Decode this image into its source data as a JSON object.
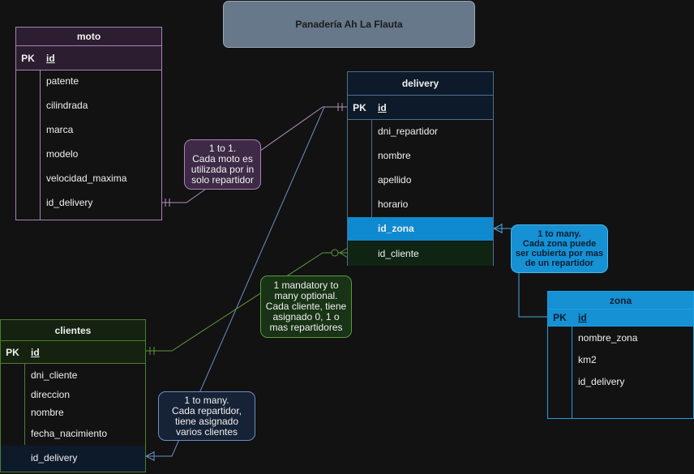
{
  "title": "Panadería Ah La Flauta",
  "tables": {
    "moto": {
      "name": "moto",
      "pk_label": "PK",
      "pk": "id",
      "fields": [
        "patente",
        "cilindrada",
        "marca",
        "modelo",
        "velocidad_maxima",
        "id_delivery"
      ]
    },
    "delivery": {
      "name": "delivery",
      "pk_label": "PK",
      "pk": "id",
      "fields": [
        "dni_repartidor",
        "nombre",
        "apellido",
        "horario",
        "id_zona",
        "id_cliente"
      ]
    },
    "clientes": {
      "name": "clientes",
      "pk_label": "PK",
      "pk": "id",
      "fields": [
        "dni_cliente",
        "direccion",
        "nombre",
        "fecha_nacimiento",
        "id_delivery"
      ]
    },
    "zona": {
      "name": "zona",
      "pk_label": "PK",
      "pk": "id",
      "fields": [
        "nombre_zona",
        "km2",
        "id_delivery"
      ]
    }
  },
  "notes": {
    "moto_delivery": "1 to 1.\nCada moto es utilizada por in solo repartidor",
    "zona_delivery": "1 to many.\nCada zona puede ser cubierta por mas de un repartidor",
    "clientes_delivery": "1 mandatory to many optional.\nCada cliente, tiene asignado  0, 1 o mas repartidores",
    "delivery_clientes": "1 to many.\nCada repartidor, tiene asignado varios clientes"
  },
  "colors": {
    "background": "#121212",
    "moto_border": "#a684b4",
    "moto_header": "#2c1e30",
    "delivery_border": "#4e6f8e",
    "delivery_header": "#0d1a2a",
    "zona_border": "#1ba1e2",
    "zona_header": "#1591d4",
    "clientes_border": "#4e7c33",
    "clientes_header": "#14220f",
    "highlight_blue": "#0f8ad0",
    "highlight_green": "#0f2413",
    "highlight_navy": "#0d1a2a"
  }
}
